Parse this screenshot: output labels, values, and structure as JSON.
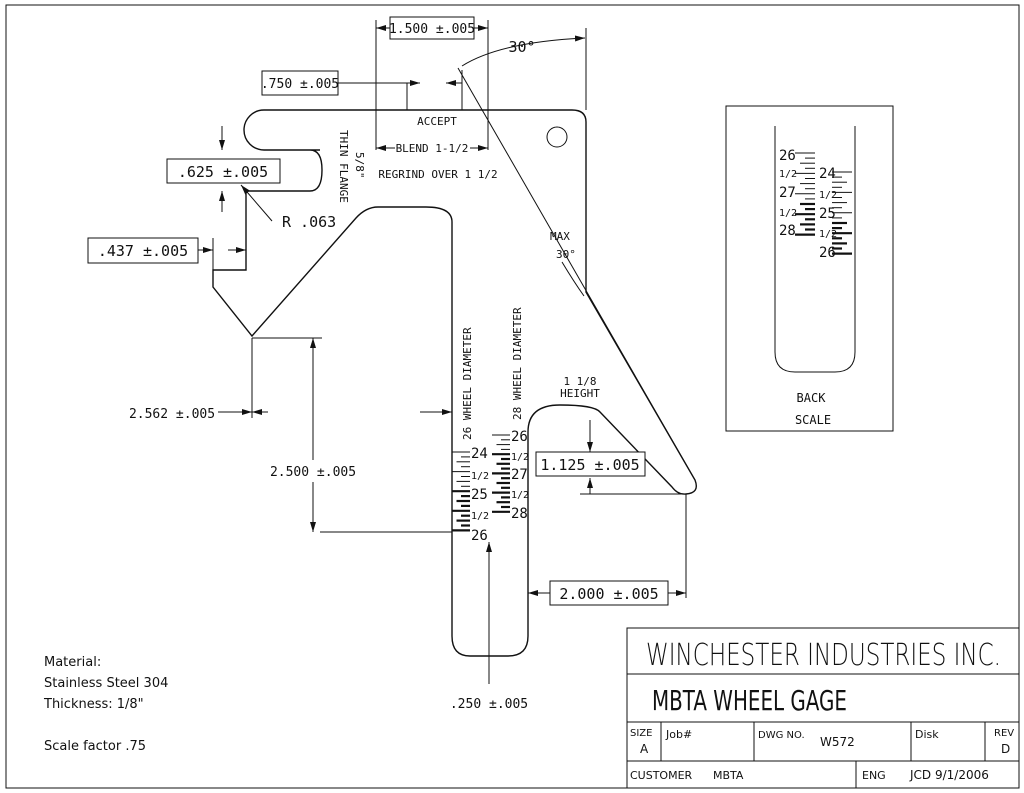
{
  "title_block": {
    "company": "WINCHESTER INDUSTRIES INC.",
    "drawing_title": "MBTA WHEEL GAGE",
    "size_label": "SIZE",
    "size_value": "A",
    "job_label": "Job#",
    "dwg_label": "DWG NO.",
    "dwg_value": "W572",
    "disk_label": "Disk",
    "rev_label": "REV",
    "rev_value": "D",
    "customer_label": "CUSTOMER",
    "customer_value": "MBTA",
    "eng_label": "ENG",
    "eng_value": "JCD  9/1/2006"
  },
  "notes": {
    "material_label": "Material:",
    "material_value": "Stainless Steel 304",
    "thickness": "Thickness: 1/8\"",
    "scale_factor": "Scale factor .75"
  },
  "dimensions": {
    "d_1500": "1.500 ±.005",
    "d_angle_30": "30°",
    "d_750": ".750 ±.005",
    "accept": "ACCEPT",
    "blend": "BLEND 1-1/2",
    "regrind": "REGRIND OVER 1 1/2",
    "thin_flange_a": "5/8\"",
    "thin_flange_b": "THIN FLANGE",
    "d_625": ".625 ±.005",
    "radius": "R .063",
    "d_437": ".437 ±.005",
    "max_a": "MAX",
    "max_b": "30°",
    "d_2562": "2.562 ±.005",
    "d_2500": "2.500 ±.005",
    "height_a": "1 1/8",
    "height_b": "HEIGHT",
    "d_1125": "1.125 ±.005",
    "d_2000": "2.000 ±.005",
    "d_250": ".250 ±.005"
  },
  "scales": {
    "label_26": "26 WHEEL DIAMETER",
    "label_28": "28 WHEEL DIAMETER",
    "left_numbers": [
      "24",
      "1/2",
      "25",
      "1/2",
      "26"
    ],
    "right_numbers": [
      "26",
      "1/2",
      "27",
      "1/2",
      "28"
    ]
  },
  "back_scale": {
    "label_a": "BACK",
    "label_b": "SCALE",
    "left_numbers": [
      "26",
      "1/2",
      "27",
      "1/2",
      "28"
    ],
    "right_numbers": [
      "24",
      "1/2",
      "25",
      "1/2",
      "26"
    ]
  }
}
